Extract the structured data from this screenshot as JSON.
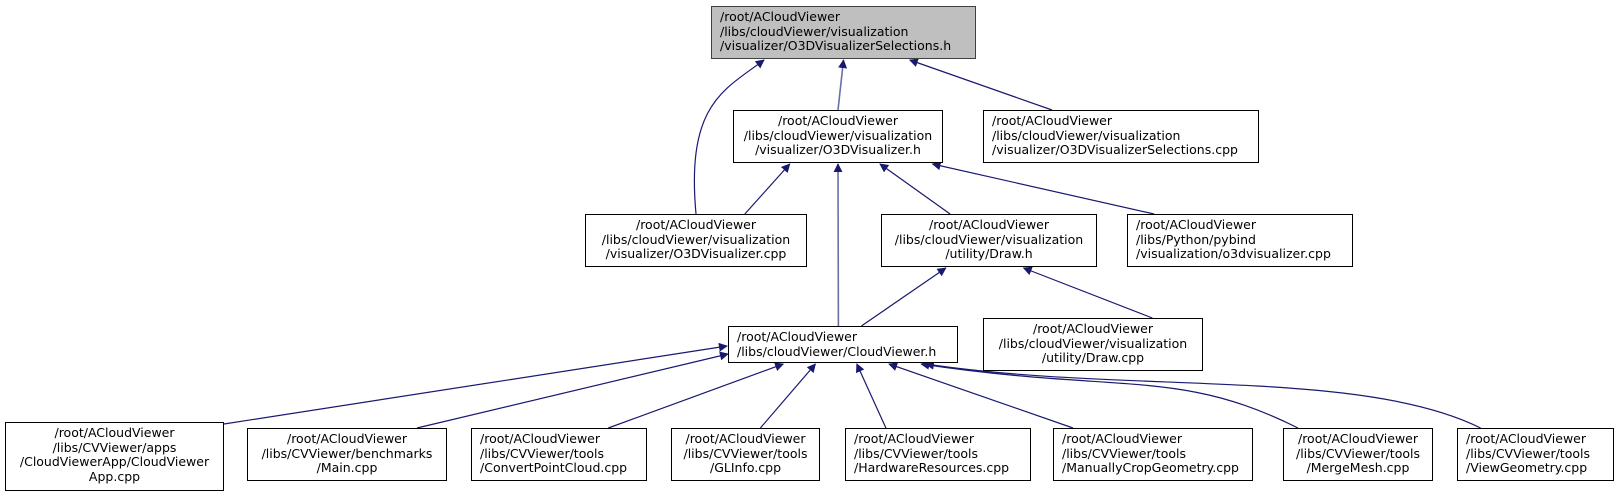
{
  "diagram": {
    "title": "Include dependency graph (included-by) for O3DVisualizerSelections.h",
    "edge_color": "#191970",
    "root_fill": "#bfbfbf",
    "nodes": [
      {
        "id": "sel_h",
        "lines": [
          "/root/ACloudViewer",
          "/libs/cloudViewer/visualization",
          "/visualizer/O3DVisualizerSelections.h"
        ],
        "root": true
      },
      {
        "id": "vis_h",
        "lines": [
          "/root/ACloudViewer",
          "/libs/cloudViewer/visualization",
          "/visualizer/O3DVisualizer.h"
        ]
      },
      {
        "id": "sel_cpp",
        "lines": [
          "/root/ACloudViewer",
          "/libs/cloudViewer/visualization",
          "/visualizer/O3DVisualizerSelections.cpp"
        ]
      },
      {
        "id": "vis_cpp",
        "lines": [
          "/root/ACloudViewer",
          "/libs/cloudViewer/visualization",
          "/visualizer/O3DVisualizer.cpp"
        ]
      },
      {
        "id": "draw_h",
        "lines": [
          "/root/ACloudViewer",
          "/libs/cloudViewer/visualization",
          "/utility/Draw.h"
        ]
      },
      {
        "id": "pybind",
        "lines": [
          "/root/ACloudViewer",
          "/libs/Python/pybind",
          "/visualization/o3dvisualizer.cpp"
        ]
      },
      {
        "id": "cv_h",
        "lines": [
          "/root/ACloudViewer",
          "/libs/cloudViewer/CloudViewer.h"
        ]
      },
      {
        "id": "draw_cpp",
        "lines": [
          "/root/ACloudViewer",
          "/libs/cloudViewer/visualization",
          "/utility/Draw.cpp"
        ]
      },
      {
        "id": "app",
        "lines": [
          "/root/ACloudViewer",
          "/libs/CVViewer/apps",
          "/CloudViewerApp/CloudViewer",
          "App.cpp"
        ]
      },
      {
        "id": "bench",
        "lines": [
          "/root/ACloudViewer",
          "/libs/CVViewer/benchmarks",
          "/Main.cpp"
        ]
      },
      {
        "id": "convert",
        "lines": [
          "/root/ACloudViewer",
          "/libs/CVViewer/tools",
          "/ConvertPointCloud.cpp"
        ]
      },
      {
        "id": "glinfo",
        "lines": [
          "/root/ACloudViewer",
          "/libs/CVViewer/tools",
          "/GLInfo.cpp"
        ]
      },
      {
        "id": "hw",
        "lines": [
          "/root/ACloudViewer",
          "/libs/CVViewer/tools",
          "/HardwareResources.cpp"
        ]
      },
      {
        "id": "crop",
        "lines": [
          "/root/ACloudViewer",
          "/libs/CVViewer/tools",
          "/ManuallyCropGeometry.cpp"
        ]
      },
      {
        "id": "merge",
        "lines": [
          "/root/ACloudViewer",
          "/libs/CVViewer/tools",
          "/MergeMesh.cpp"
        ]
      },
      {
        "id": "view",
        "lines": [
          "/root/ACloudViewer",
          "/libs/CVViewer/tools",
          "/ViewGeometry.cpp"
        ]
      }
    ],
    "edges": [
      {
        "from": "vis_h",
        "to": "sel_h"
      },
      {
        "from": "sel_cpp",
        "to": "sel_h"
      },
      {
        "from": "vis_cpp",
        "to": "sel_h"
      },
      {
        "from": "vis_cpp",
        "to": "vis_h"
      },
      {
        "from": "draw_h",
        "to": "vis_h"
      },
      {
        "from": "pybind",
        "to": "vis_h"
      },
      {
        "from": "cv_h",
        "to": "vis_h"
      },
      {
        "from": "cv_h",
        "to": "draw_h"
      },
      {
        "from": "draw_cpp",
        "to": "draw_h"
      },
      {
        "from": "app",
        "to": "cv_h"
      },
      {
        "from": "bench",
        "to": "cv_h"
      },
      {
        "from": "convert",
        "to": "cv_h"
      },
      {
        "from": "glinfo",
        "to": "cv_h"
      },
      {
        "from": "hw",
        "to": "cv_h"
      },
      {
        "from": "crop",
        "to": "cv_h"
      },
      {
        "from": "merge",
        "to": "cv_h"
      },
      {
        "from": "view",
        "to": "cv_h"
      }
    ]
  }
}
